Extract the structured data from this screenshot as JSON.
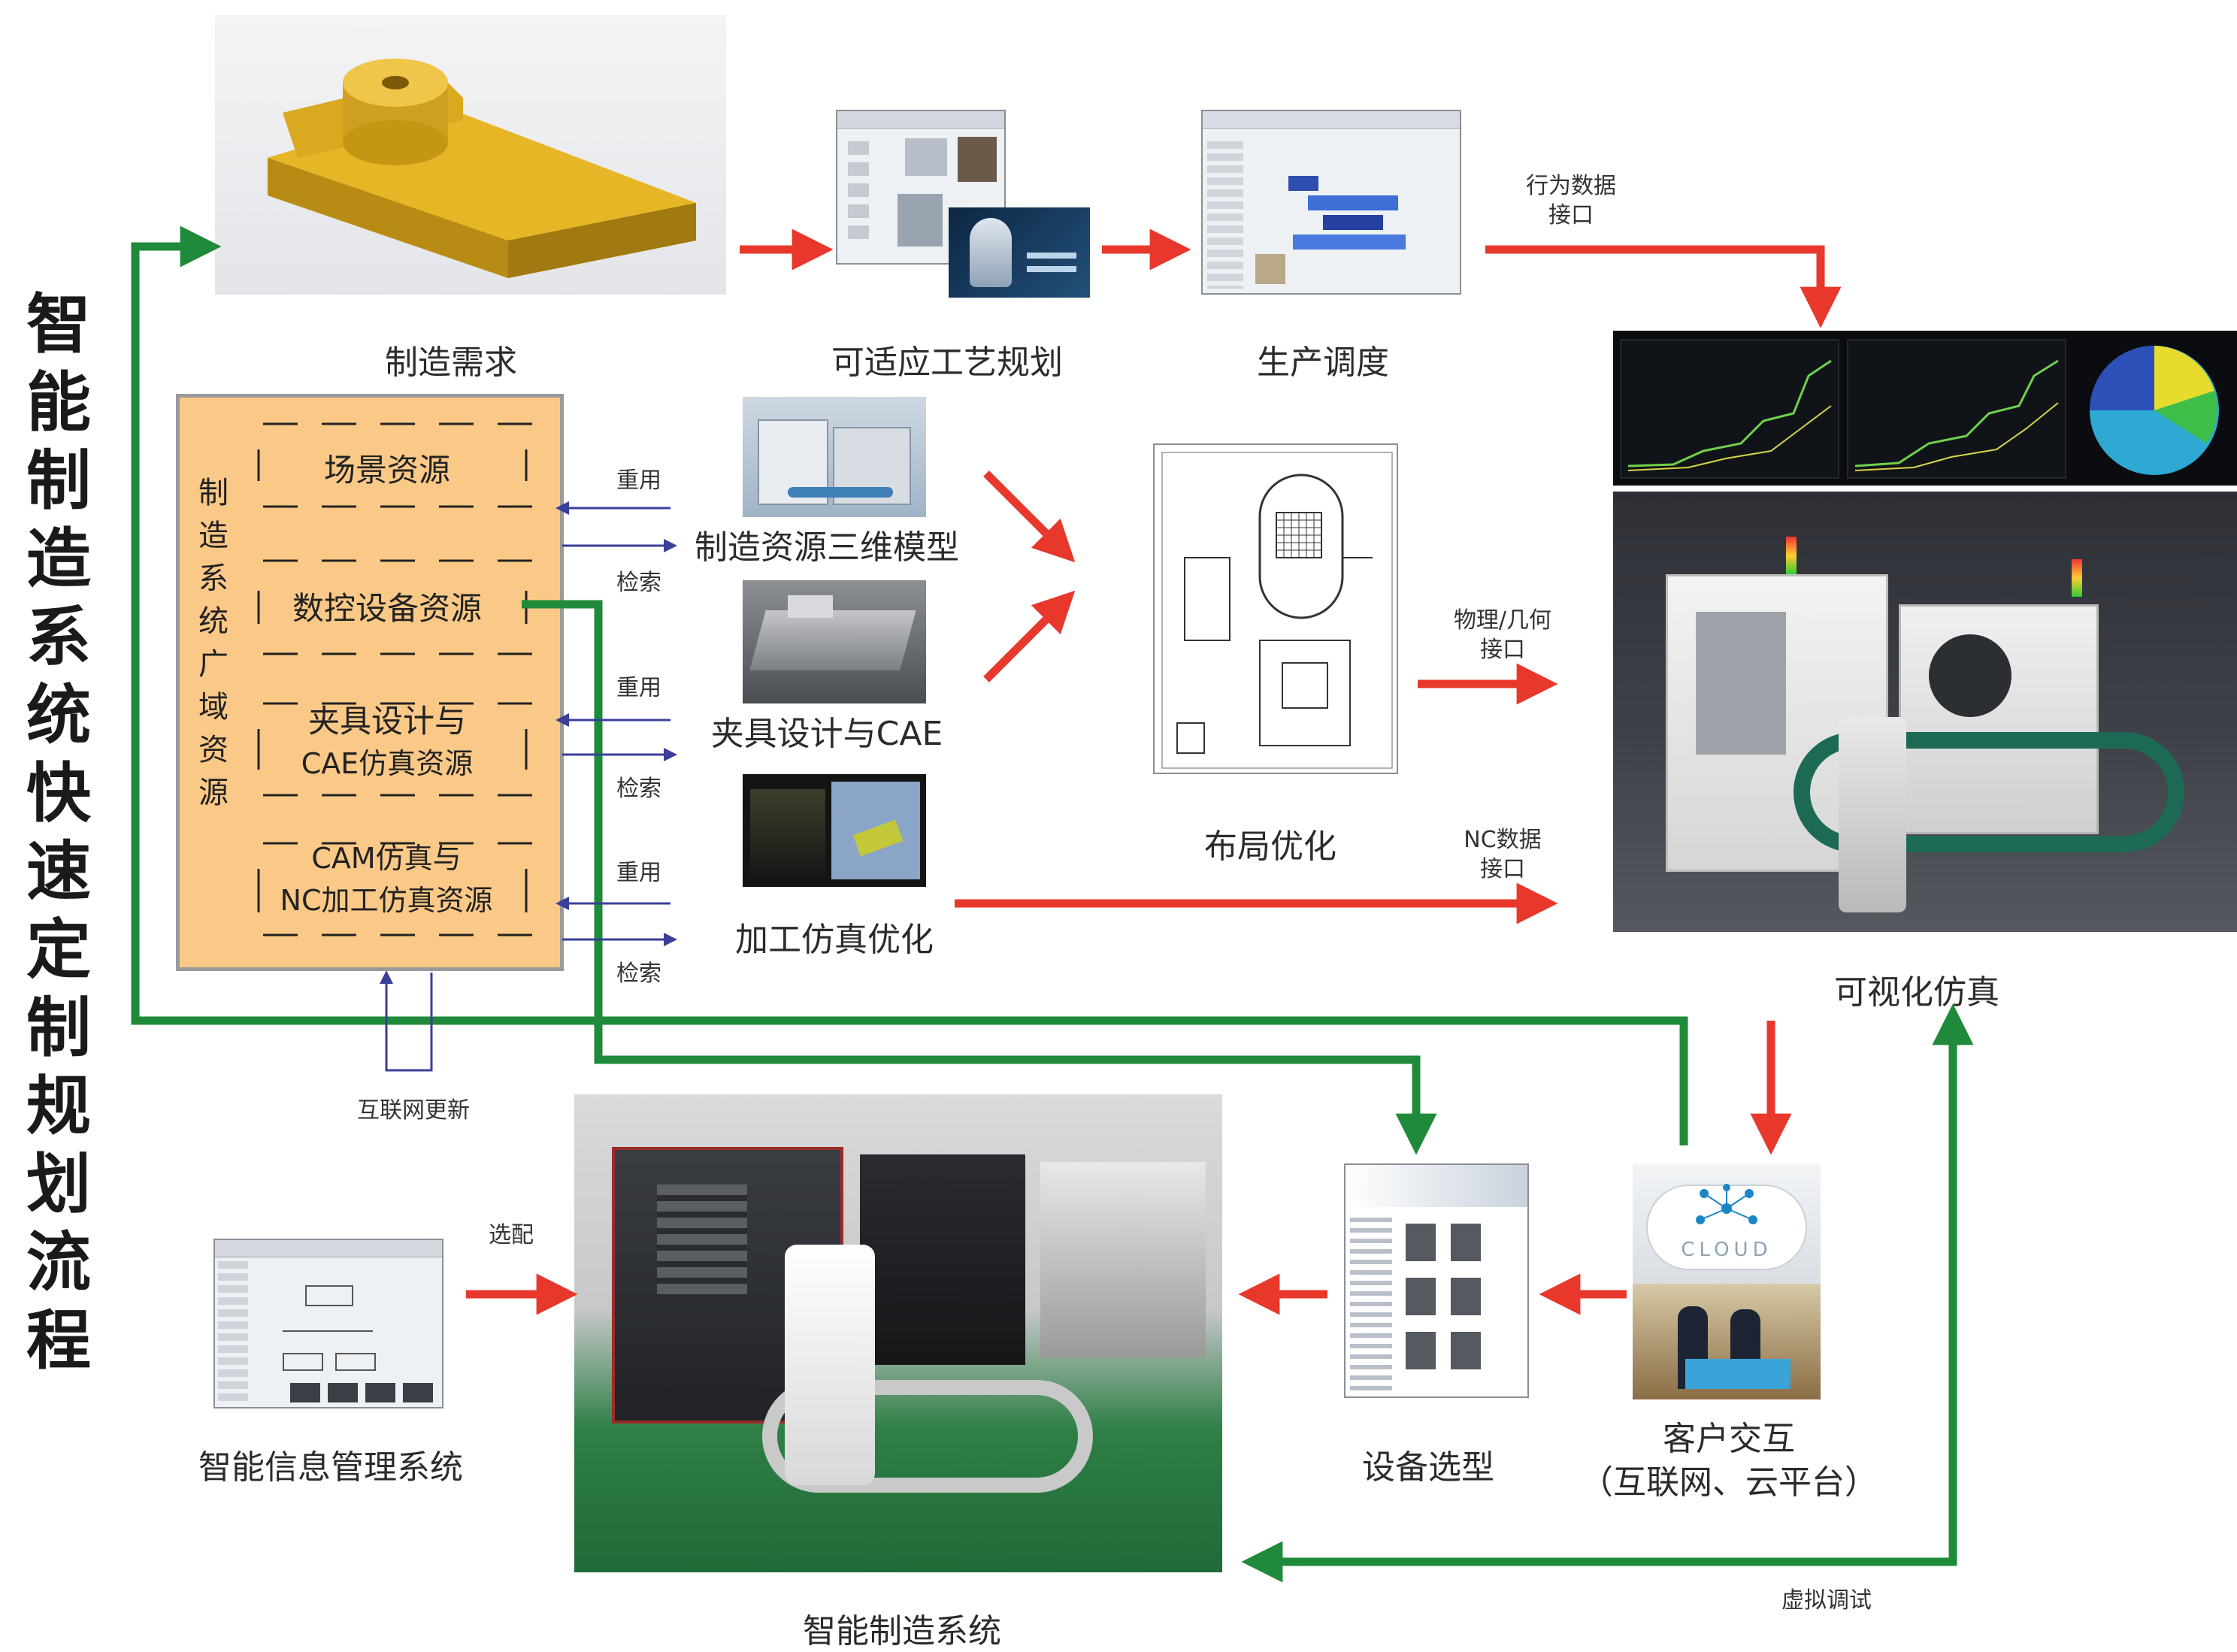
{
  "title": "智能制造系统快速定制规划流程",
  "stages": {
    "demand": "制造需求",
    "process_planning": "可适应工艺规划",
    "scheduling": "生产调度",
    "visual_sim": "可视化仿真",
    "layout_opt": "布局优化",
    "resource_3d": "制造资源三维模型",
    "fixture_cae": "夹具设计与CAE",
    "machining_sim": "加工仿真优化",
    "info_system": "智能信息管理系统",
    "mfg_system": "智能制造系统",
    "equipment_select": "设备选型",
    "customer_line1": "客户交互",
    "customer_line2": "（互联网、云平台）"
  },
  "resource_box": {
    "label": "制造系统广域资源",
    "items": [
      {
        "line1": "场景资源",
        "line2": ""
      },
      {
        "line1": "数控设备资源",
        "line2": ""
      },
      {
        "line1": "夹具设计与",
        "line2": "CAE仿真资源"
      },
      {
        "line1": "CAM仿真与",
        "line2": "NC加工仿真资源"
      }
    ]
  },
  "edge_labels": {
    "reuse_1": "重用",
    "search_1": "检索",
    "reuse_2": "重用",
    "search_2": "检索",
    "reuse_3": "重用",
    "search_3": "检索",
    "internet_update": "互联网更新",
    "select_match": "选配",
    "behavior_line1": "行为数据",
    "behavior_line2": "接口",
    "physical_line1": "物理/几何",
    "physical_line2": "接口",
    "nc_line1": "NC数据",
    "nc_line2": "接口",
    "virtual_debug": "虚拟调试"
  },
  "cloud_text": "CLOUD",
  "colors": {
    "red_arrow": "#e8382b",
    "green_arrow": "#1f8a3a",
    "blue_arrow": "#3a3f9a",
    "resource_fill": "#fbc987"
  }
}
